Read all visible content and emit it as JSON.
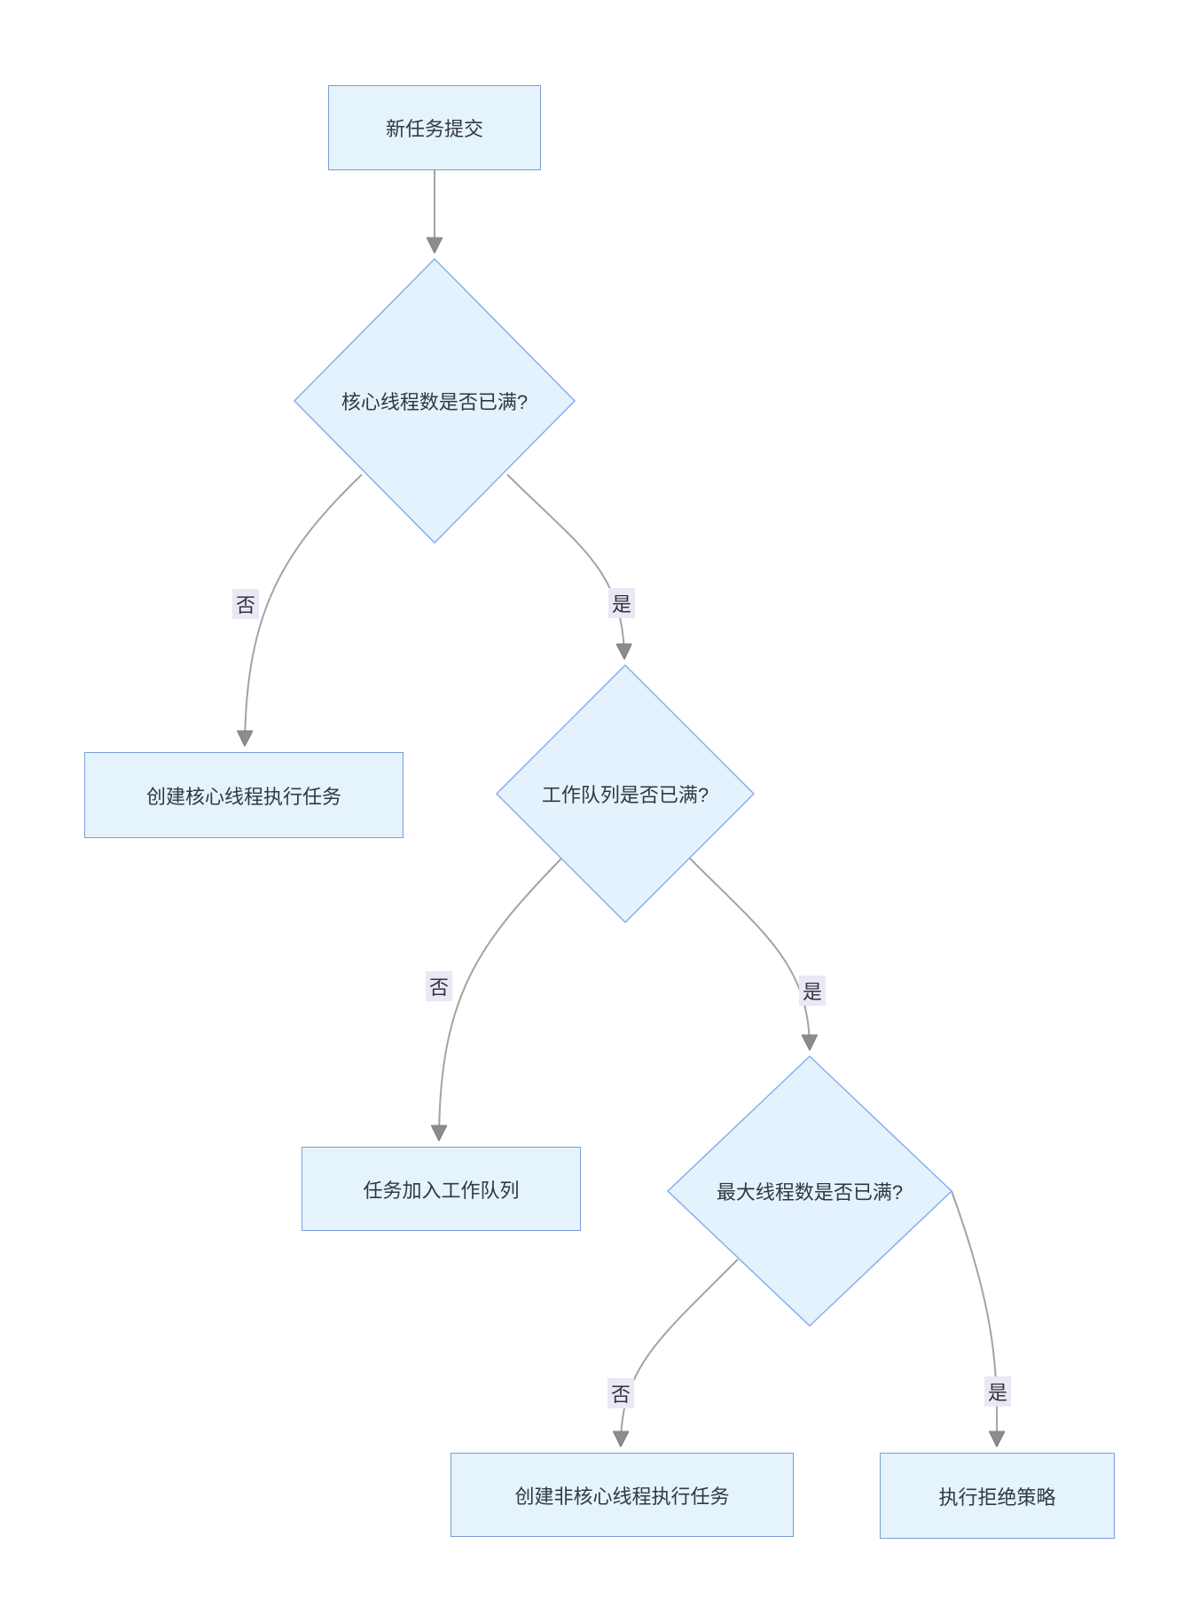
{
  "diagram": {
    "type": "flowchart",
    "direction": "top-down",
    "nodes": [
      {
        "id": "start",
        "type": "process",
        "label": "新任务提交"
      },
      {
        "id": "core-full",
        "type": "decision",
        "label": "核心线程数是否已满?"
      },
      {
        "id": "create-core",
        "type": "process",
        "label": "创建核心线程执行任务"
      },
      {
        "id": "queue-full",
        "type": "decision",
        "label": "工作队列是否已满?"
      },
      {
        "id": "enqueue",
        "type": "process",
        "label": "任务加入工作队列"
      },
      {
        "id": "max-full",
        "type": "decision",
        "label": "最大线程数是否已满?"
      },
      {
        "id": "create-noncore",
        "type": "process",
        "label": "创建非核心线程执行任务"
      },
      {
        "id": "reject",
        "type": "process",
        "label": "执行拒绝策略"
      }
    ],
    "edges": [
      {
        "from": "start",
        "to": "core-full",
        "label": ""
      },
      {
        "from": "core-full",
        "to": "create-core",
        "label": "否"
      },
      {
        "from": "core-full",
        "to": "queue-full",
        "label": "是"
      },
      {
        "from": "queue-full",
        "to": "enqueue",
        "label": "否"
      },
      {
        "from": "queue-full",
        "to": "max-full",
        "label": "是"
      },
      {
        "from": "max-full",
        "to": "create-noncore",
        "label": "否"
      },
      {
        "from": "max-full",
        "to": "reject",
        "label": "是"
      }
    ],
    "colors": {
      "node_fill": "#e4f3fc",
      "process_border": "#7c9ed9",
      "decision_border": "#88adf2",
      "edge_stroke": "#a3a3a3",
      "arrowhead": "#8c8c8c",
      "edge_label_bg": "#e9e8f5",
      "text": "#333740",
      "background": "#ffffff"
    }
  }
}
